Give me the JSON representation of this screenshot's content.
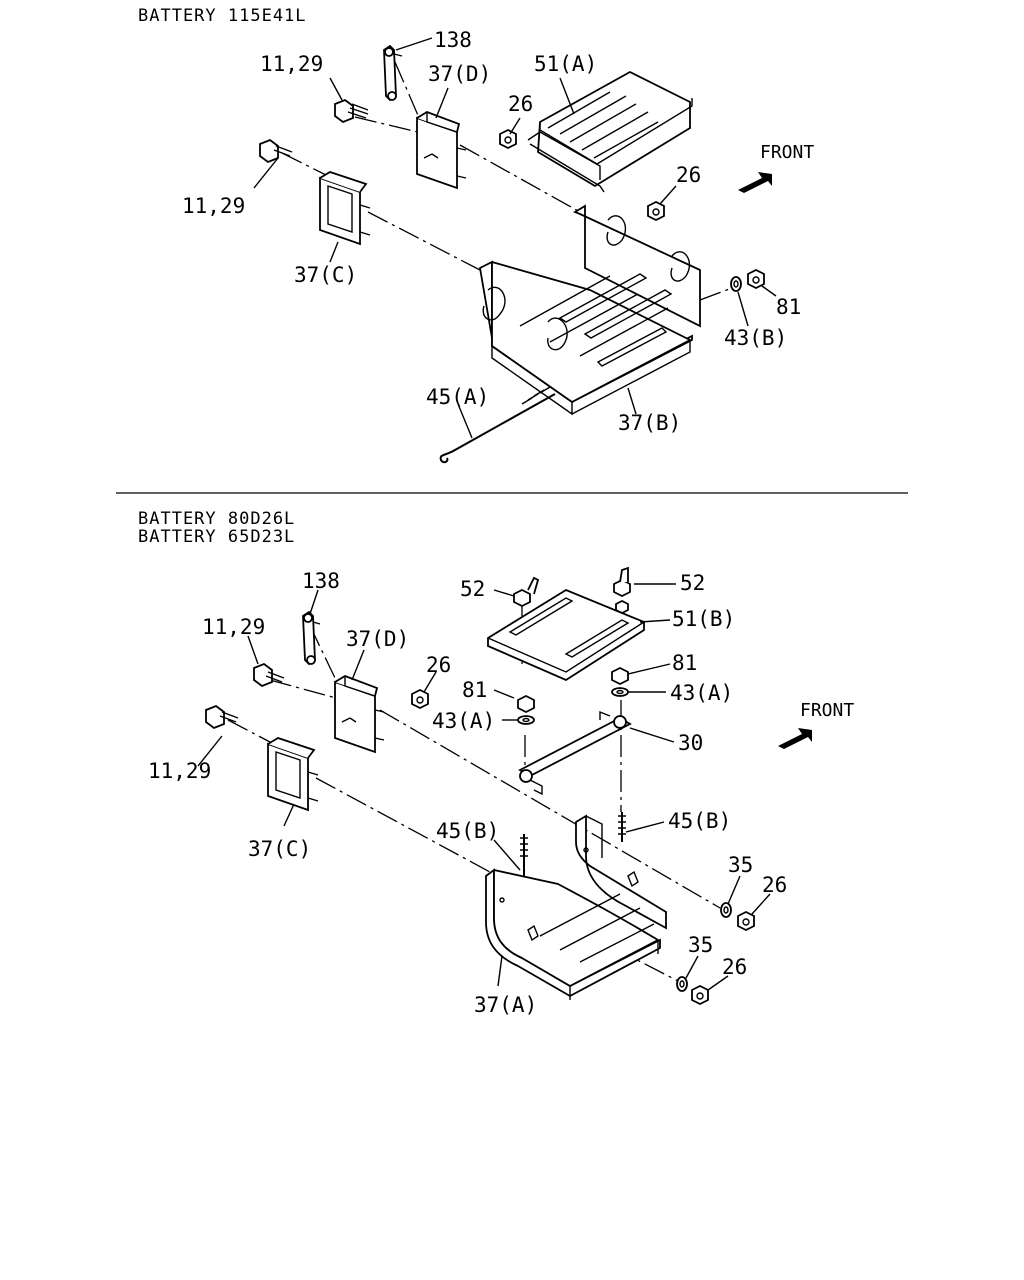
{
  "sections": [
    {
      "headers": [
        "BATTERY 115E41L"
      ],
      "labels": {
        "l138": "138",
        "l1129a": "11,29",
        "l37d": "37(D)",
        "l51a": "51(A)",
        "l26a": "26",
        "front": "FRONT",
        "l26b": "26",
        "l1129b": "11,29",
        "l37c": "37(C)",
        "l81": "81",
        "l43b": "43(B)",
        "l45a": "45(A)",
        "l37b": "37(B)"
      }
    },
    {
      "headers": [
        "BATTERY 80D26L",
        "BATTERY 65D23L"
      ],
      "labels": {
        "l138": "138",
        "l52a": "52",
        "l52b": "52",
        "l1129a": "11,29",
        "l37d": "37(D)",
        "l51b": "51(B)",
        "l26a": "26",
        "l81a": "81",
        "l81b": "81",
        "l43aa": "43(A)",
        "l43ab": "43(A)",
        "front": "FRONT",
        "l30": "30",
        "l1129b": "11,29",
        "l45ba": "45(B)",
        "l45bb": "45(B)",
        "l35a": "35",
        "l26b": "26",
        "l37c": "37(C)",
        "l35b": "35",
        "l26c": "26",
        "l37a": "37(A)"
      }
    }
  ]
}
